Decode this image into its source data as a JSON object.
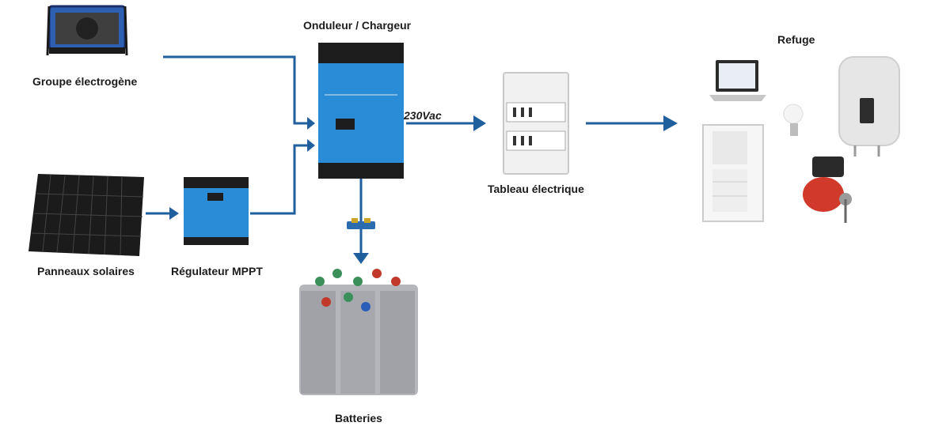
{
  "labels": {
    "generator": "Groupe électrogène",
    "inverter": "Onduleur / Chargeur",
    "solar": "Panneaux solaires",
    "mppt": "Régulateur MPPT",
    "panel": "Tableau électrique",
    "batteries": "Batteries",
    "refuge": "Refuge",
    "voltage": "230Vac"
  },
  "colors": {
    "arrow": "#1f5f9e",
    "device_blue": "#2a8bd6",
    "dark": "#1d1d1d"
  }
}
